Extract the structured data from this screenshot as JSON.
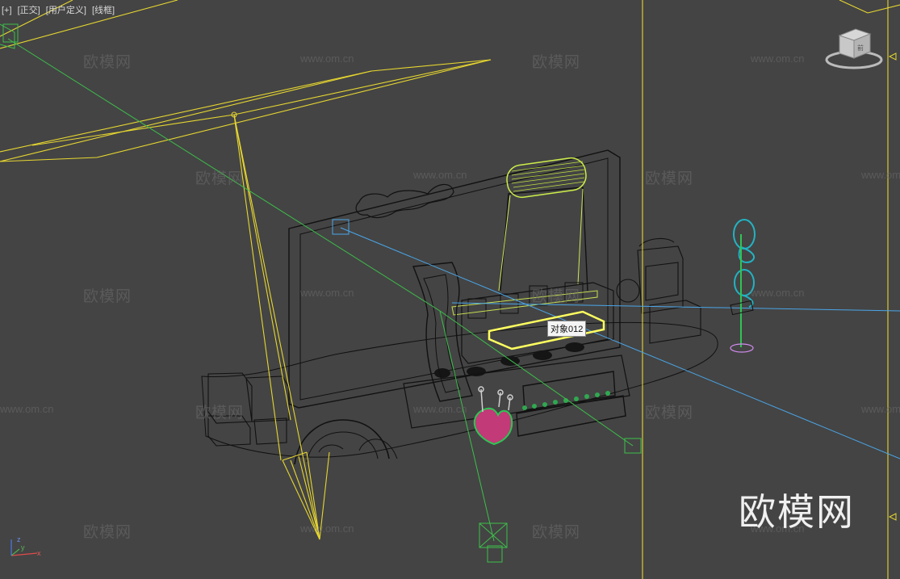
{
  "viewport": {
    "menu_plus": "[+]",
    "view_name": "[正交]",
    "shading_label": "[用户定义]",
    "display_mode": "[线框]"
  },
  "selection": {
    "tooltip": "对象012"
  },
  "viewcube": {
    "face_label": "前"
  },
  "axis": {
    "x": "x",
    "y": "y",
    "z": "z"
  },
  "watermarks": {
    "brand": "欧模网",
    "url": "www.om.cn",
    "big": "欧模网"
  },
  "colors": {
    "background": "#444444",
    "selection": "#ffff60",
    "wire": "#111111",
    "camera": "#e6d630",
    "light_blue": "#4aa6e8",
    "green": "#35c24a",
    "cyan": "#1fb7c2",
    "pink": "#e0387a"
  }
}
